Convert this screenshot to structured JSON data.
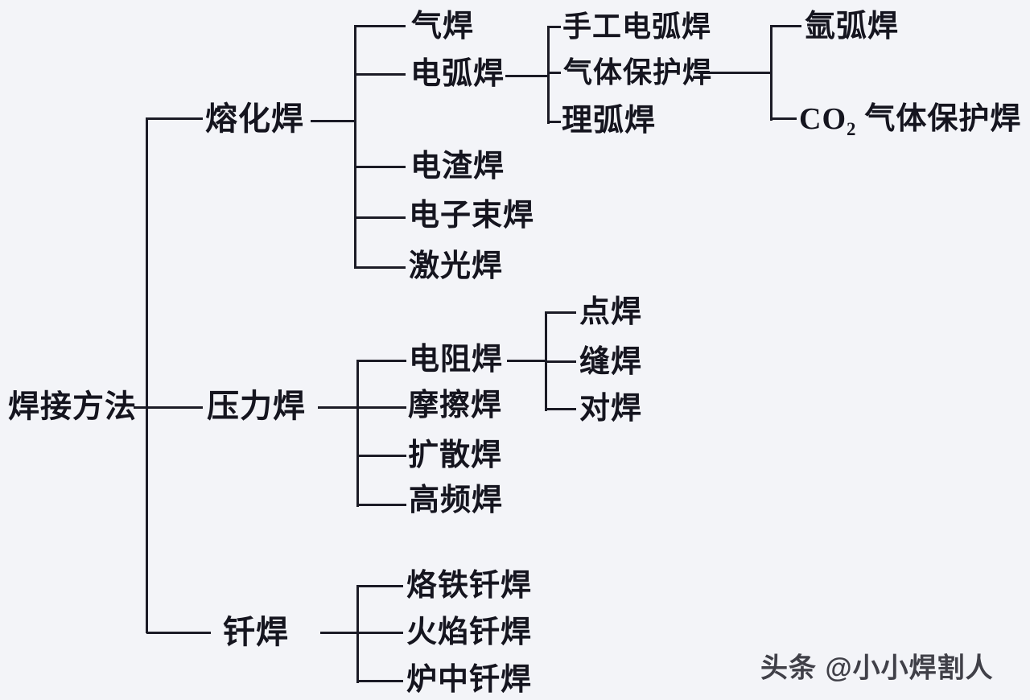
{
  "colors": {
    "background": "#f3f4f8",
    "line": "#1b1b26",
    "text": "#15151f",
    "watermark": "#2d2d36"
  },
  "watermark": {
    "text": "头条 @小小焊割人"
  },
  "tree": {
    "root": {
      "label": "焊接方法"
    },
    "branches": [
      {
        "label": "熔化焊",
        "children": [
          {
            "label": "气焊"
          },
          {
            "label": "电弧焊",
            "children": [
              {
                "label": "手工电弧焊"
              },
              {
                "label": "气体保护焊",
                "children": [
                  {
                    "label": "氩弧焊"
                  },
                  {
                    "label": "CO₂气体保护焊",
                    "parts": {
                      "base": "CO",
                      "sub": "2",
                      "rest": "气体保护焊"
                    }
                  }
                ]
              },
              {
                "label": "理弧焊"
              }
            ]
          },
          {
            "label": "电渣焊"
          },
          {
            "label": "电子束焊"
          },
          {
            "label": "激光焊"
          }
        ]
      },
      {
        "label": "压力焊",
        "children": [
          {
            "label": "电阻焊",
            "children": [
              {
                "label": "点焊"
              },
              {
                "label": "缝焊"
              },
              {
                "label": "对焊"
              }
            ]
          },
          {
            "label": "摩擦焊"
          },
          {
            "label": "扩散焊"
          },
          {
            "label": "高频焊"
          }
        ]
      },
      {
        "label": "钎焊",
        "children": [
          {
            "label": "烙铁钎焊"
          },
          {
            "label": "火焰钎焊"
          },
          {
            "label": "炉中钎焊"
          }
        ]
      }
    ]
  }
}
